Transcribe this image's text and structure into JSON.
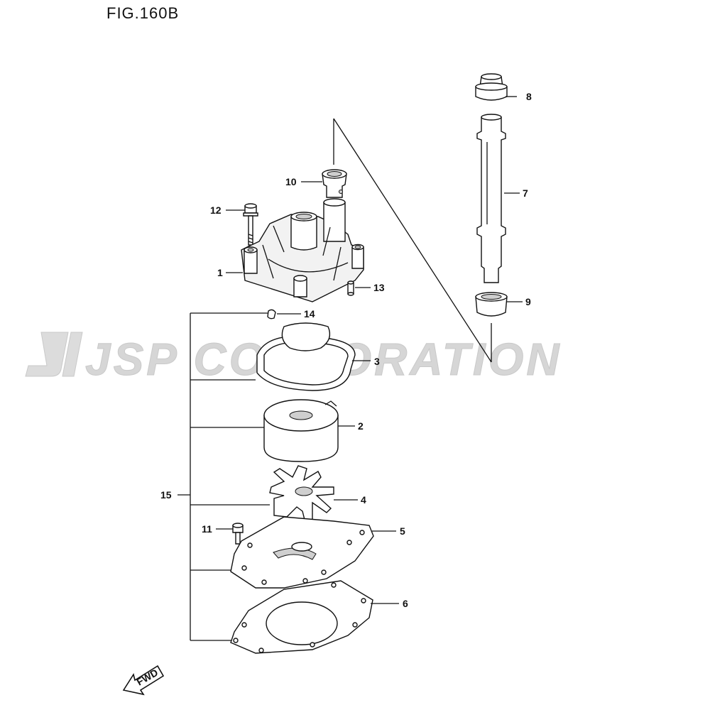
{
  "figure": {
    "title": "FIG.160B"
  },
  "watermark": {
    "text": "JSP CORPORATION"
  },
  "fwd_label": "FWD",
  "callouts": {
    "c1": "1",
    "c2": "2",
    "c3": "3",
    "c4": "4",
    "c5": "5",
    "c6": "6",
    "c7": "7",
    "c8": "8",
    "c9": "9",
    "c10": "10",
    "c11": "11",
    "c12": "12",
    "c13": "13",
    "c14": "14",
    "c15": "15"
  }
}
